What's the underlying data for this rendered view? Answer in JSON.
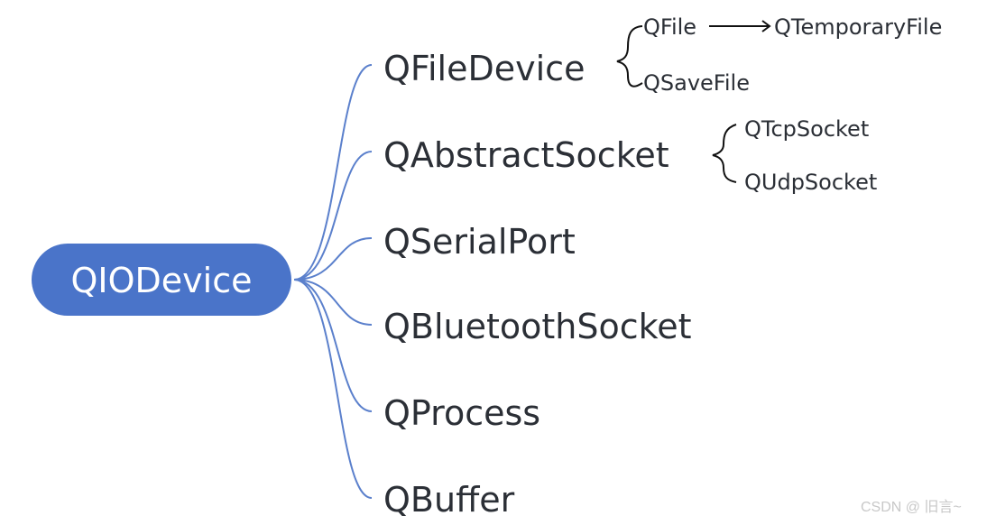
{
  "root": {
    "label": "QIODevice",
    "color": "#4a74c9"
  },
  "link_color": "#5b80cc",
  "children": [
    {
      "label": "QFileDevice"
    },
    {
      "label": "QAbstractSocket"
    },
    {
      "label": "QSerialPort"
    },
    {
      "label": "QBluetoothSocket"
    },
    {
      "label": "QProcess"
    },
    {
      "label": "QBuffer"
    }
  ],
  "file_device_children": [
    "QFile",
    "QSaveFile"
  ],
  "qfile_child": "QTemporaryFile",
  "socket_children": [
    "QTcpSocket",
    "QUdpSocket"
  ],
  "watermark": "CSDN @ 旧言~"
}
